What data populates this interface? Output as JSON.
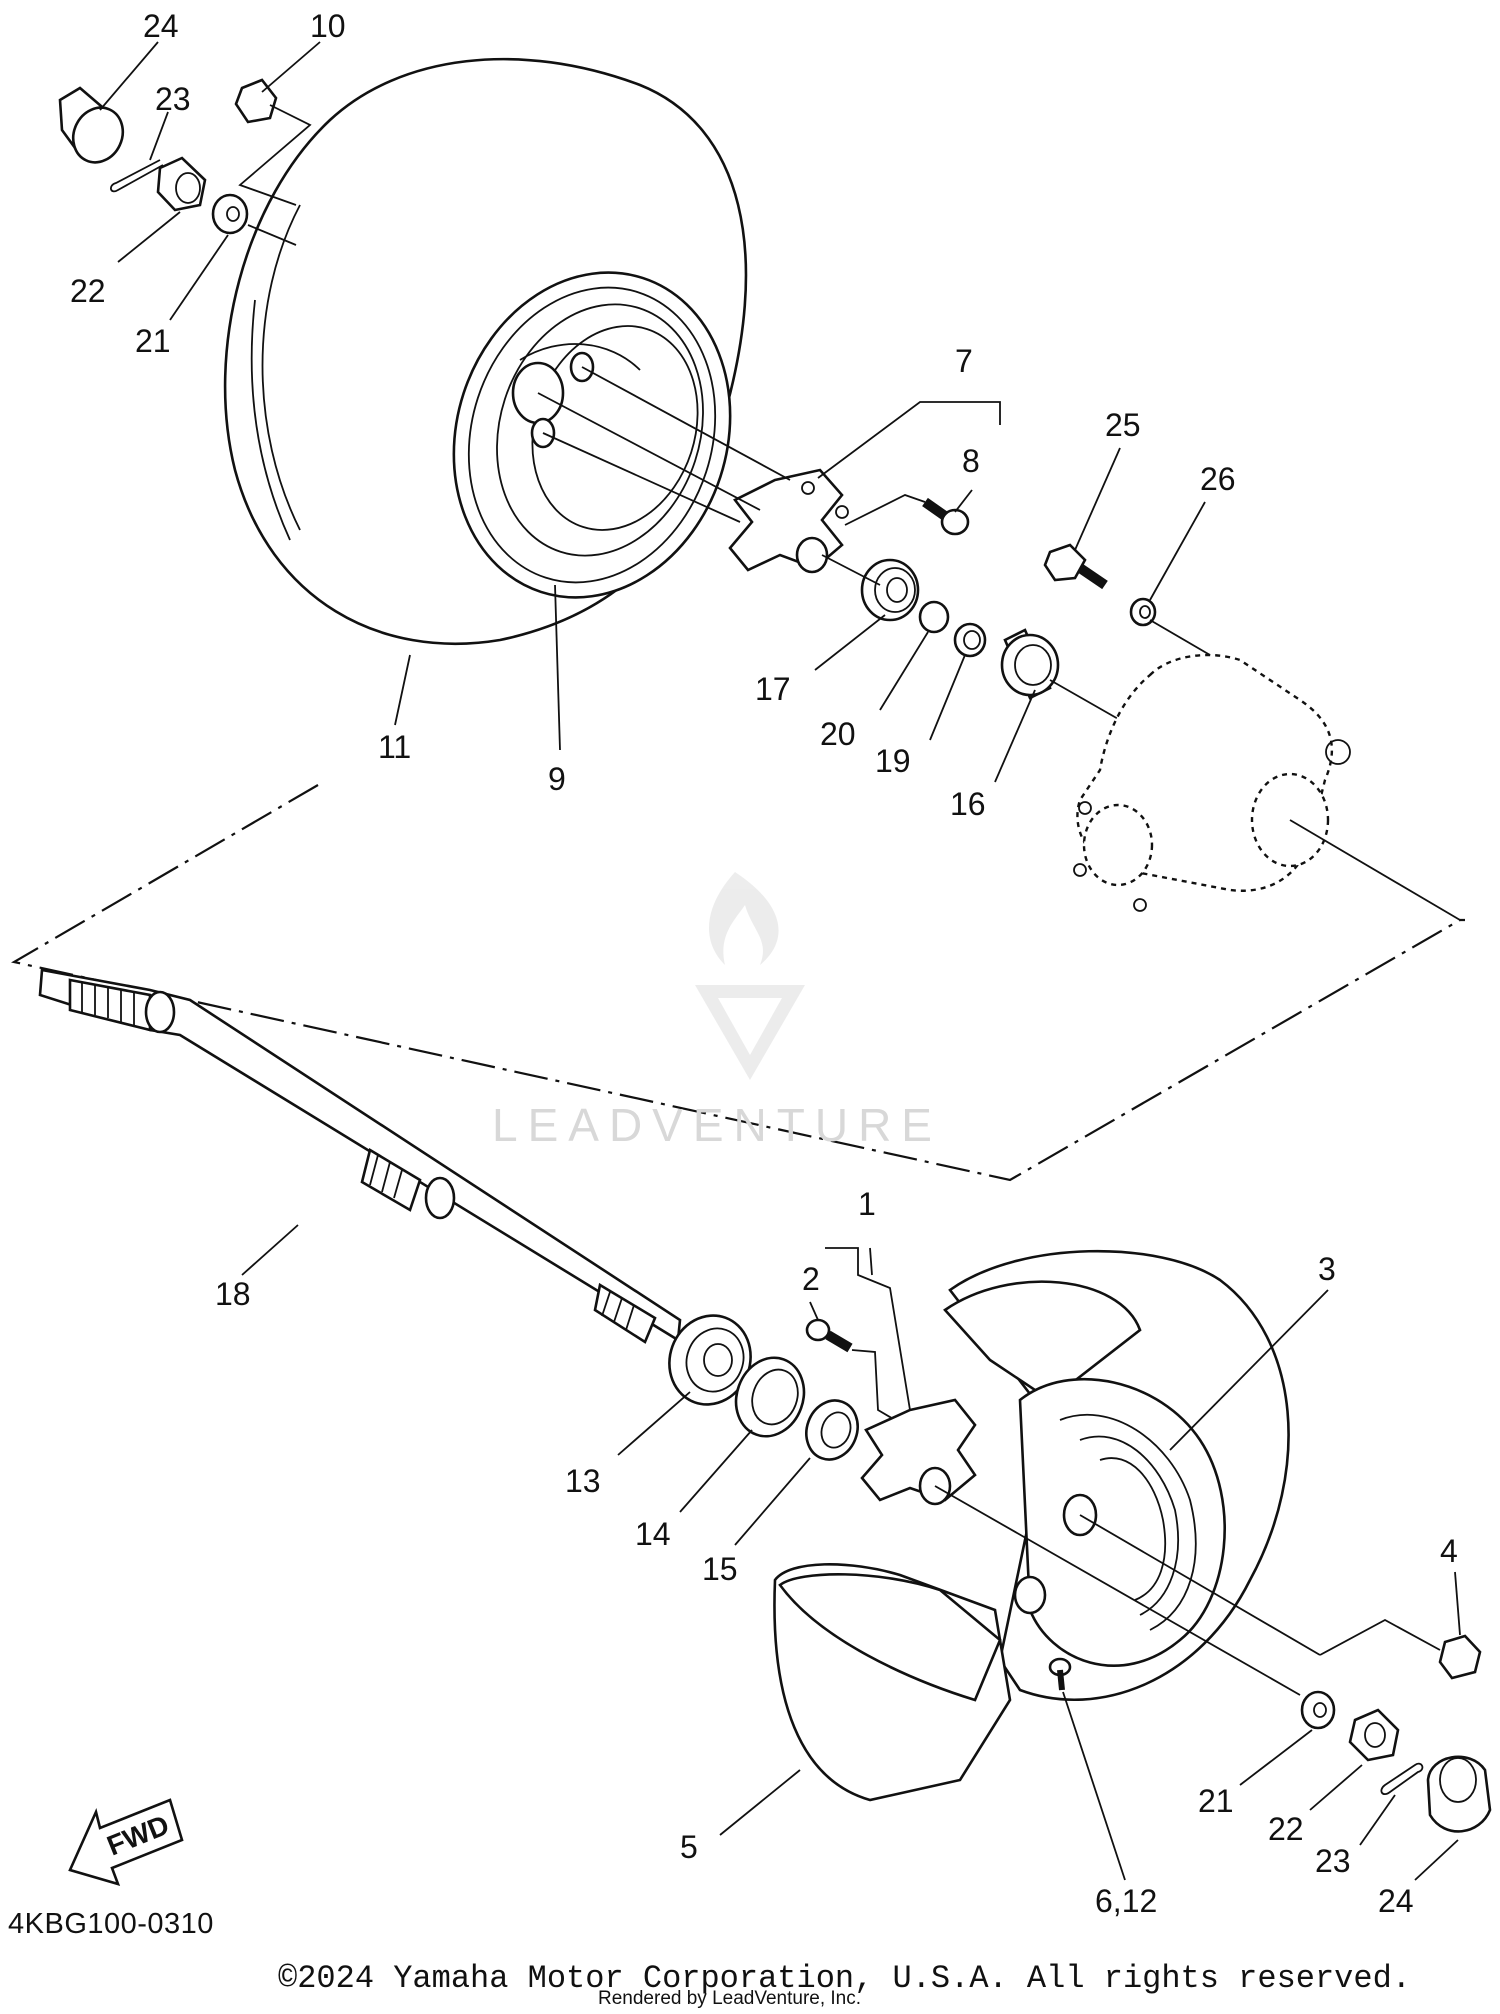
{
  "diagram": {
    "callouts": {
      "c24a": "24",
      "c10": "10",
      "c23a": "23",
      "c22a": "22",
      "c21a": "21",
      "c7": "7",
      "c8": "8",
      "c25": "25",
      "c26": "26",
      "c17": "17",
      "c20": "20",
      "c19": "19",
      "c16": "16",
      "c11": "11",
      "c9": "9",
      "c18": "18",
      "c1": "1",
      "c2": "2",
      "c3": "3",
      "c13": "13",
      "c14": "14",
      "c15": "15",
      "c4": "4",
      "c5": "5",
      "c21b": "21",
      "c22b": "22",
      "c23b": "23",
      "c24b": "24",
      "c6_12": "6,12"
    },
    "fwd_label": "FWD",
    "watermark_text": "LEADVENTURE"
  },
  "footer": {
    "diagram_code": "4KBG100-0310",
    "copyright": "©2024 Yamaha Motor Corporation, U.S.A. All rights reserved.",
    "rendered_by": "Rendered by LeadVenture, Inc."
  }
}
